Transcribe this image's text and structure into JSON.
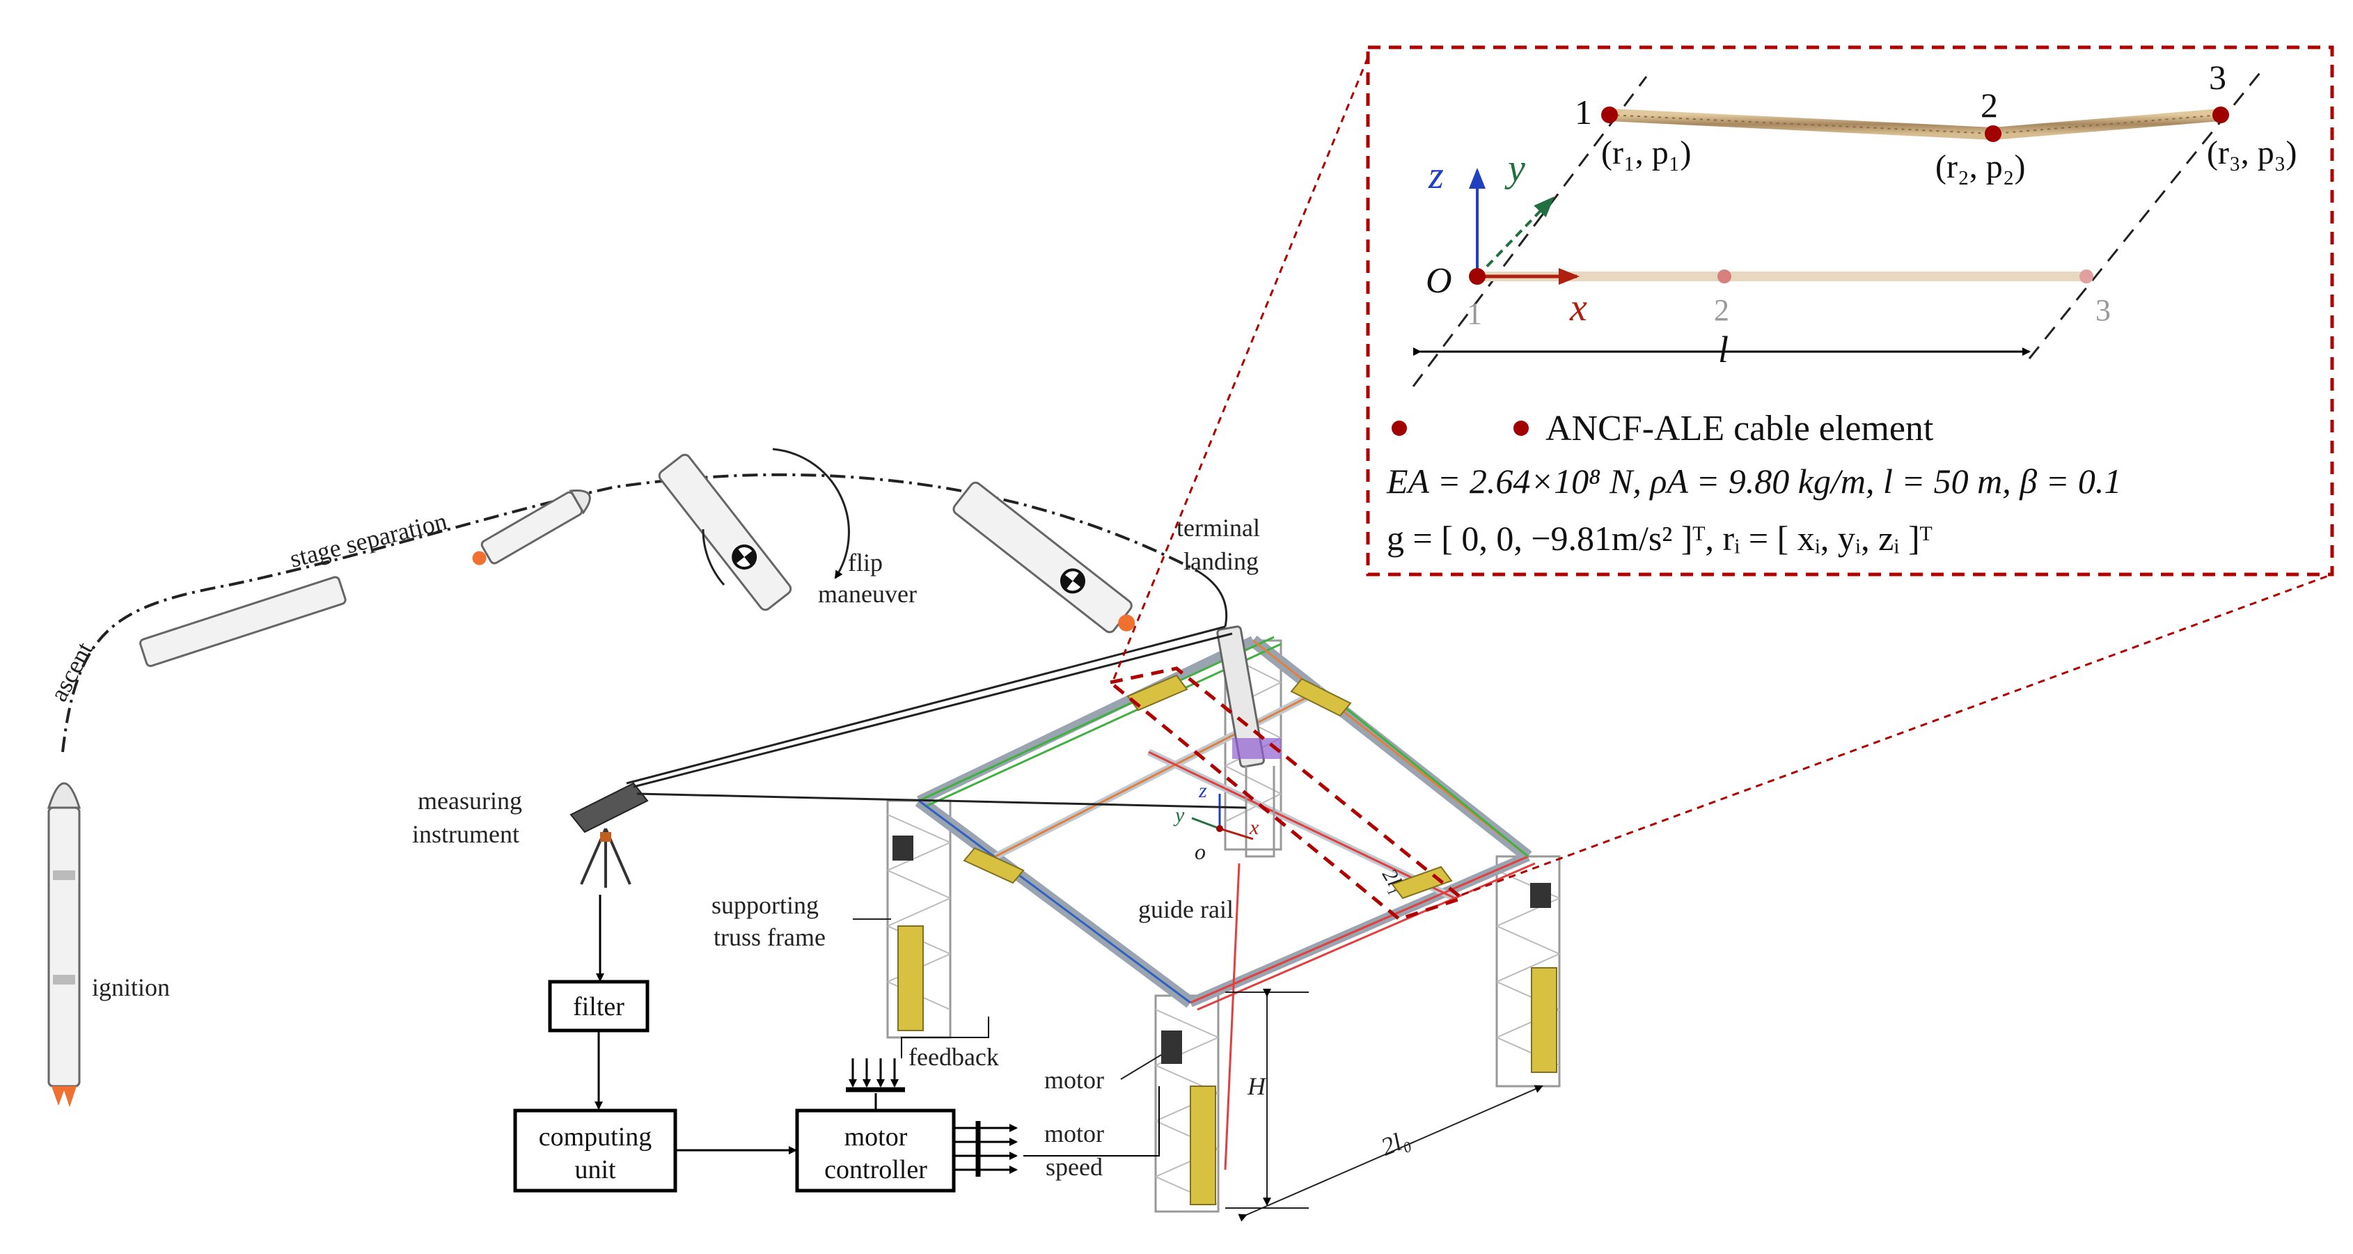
{
  "labels": {
    "stage_separation": "stage separation",
    "ascent": "ascent",
    "ignition": "ignition",
    "flip_maneuver_1": "flip",
    "flip_maneuver_2": "maneuver",
    "terminal_landing_1": "terminal",
    "terminal_landing_2": "landing",
    "measuring_instrument_1": "measuring",
    "measuring_instrument_2": "instrument",
    "supporting_truss_1": "supporting",
    "supporting_truss_2": "truss frame",
    "guide_rail": "guide rail",
    "feedback": "feedback",
    "motor": "motor",
    "motor_speed_1": "motor",
    "motor_speed_2": "speed",
    "height": "H",
    "width_bottom": "2l₀",
    "width_side": "2l₁",
    "origin": "o",
    "axis_z_small": "z",
    "axis_y_small": "y",
    "axis_x_small": "x"
  },
  "blocks": {
    "filter": "filter",
    "computing_1": "computing",
    "computing_2": "unit",
    "motor_ctrl_1": "motor",
    "motor_ctrl_2": "controller"
  },
  "inset": {
    "node1": "1",
    "node2": "2",
    "node3": "3",
    "node1_lower": "1",
    "node2_lower": "2",
    "node3_lower": "3",
    "origin": "O",
    "axis_x": "x",
    "axis_y": "y",
    "axis_z": "z",
    "length": "l",
    "coord1": "(r₁, p₁)",
    "coord2": "(r₂, p₂)",
    "coord3": "(r₃, p₃)",
    "legend": "ANCF-ALE cable element",
    "params": "EA = 2.64×10⁸ N, ρA = 9.80 kg/m, l = 50 m, β = 0.1",
    "gravity": "g = [ 0, 0, −9.81m/s² ]ᵀ,  rᵢ = [ xᵢ, yᵢ, zᵢ ]ᵀ"
  },
  "colors": {
    "frame_red": "#b00000",
    "cable": "#c8a878",
    "node": "#a00000",
    "rail_yellow": "#d8c040",
    "axis_blue": "#2040c0",
    "axis_green": "#207040",
    "axis_red": "#b02010"
  }
}
